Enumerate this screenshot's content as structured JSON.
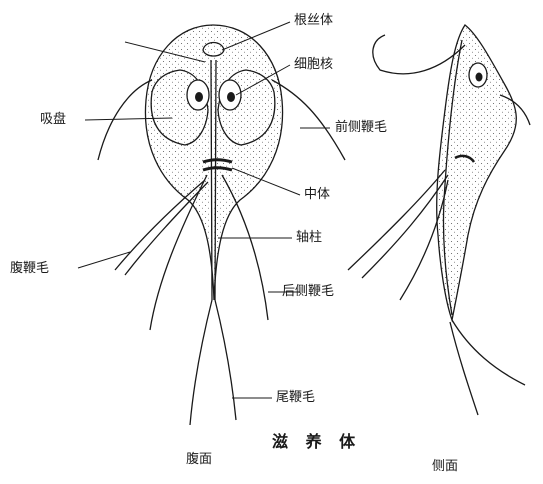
{
  "figure": {
    "title": "滋 养 体",
    "views": {
      "ventral": "腹面",
      "lateral": "侧面"
    },
    "labels": {
      "basal_body": "根丝体",
      "nucleus": "细胞核",
      "sucking_disc": "吸盘",
      "anterior_lateral_flagellum": "前侧鞭毛",
      "median_body": "中体",
      "axostyle": "轴柱",
      "ventral_flagellum": "腹鞭毛",
      "posterior_lateral_flagellum": "后侧鞭毛",
      "caudal_flagellum": "尾鞭毛"
    }
  },
  "colors": {
    "ink": "#1a1a1a",
    "stipple": "#555555",
    "paper": "#ffffff"
  }
}
